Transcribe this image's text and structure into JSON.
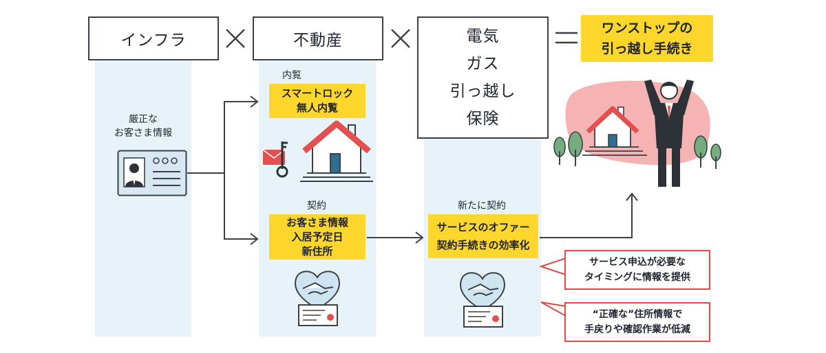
{
  "columns": {
    "infra": "インフラ",
    "realestate": "不動産",
    "services": [
      "電気",
      "ガス",
      "引っ越し",
      "保険"
    ],
    "result": [
      "ワンストップの",
      "引っ越し手続き"
    ]
  },
  "infra_section": {
    "info_label": [
      "厳正な",
      "お客さま情報"
    ]
  },
  "realestate_section": {
    "viewing_label": "内覧",
    "viewing_box": [
      "スマートロック",
      "無人内覧"
    ],
    "contract_label": "契約",
    "contract_box": [
      "お客さま情報",
      "入居予定日",
      "新住所"
    ]
  },
  "services_section": {
    "new_contract_label": "新たに契約",
    "offer_box": [
      "サービスのオファー",
      "契約手続きの効率化"
    ]
  },
  "callouts": [
    [
      "サービス申込が必要な",
      "タイミングに情報を提供"
    ],
    [
      "“正確な”住所情報で",
      "手戻りや確認作業が低減"
    ]
  ],
  "icons": {
    "times": "times-icon",
    "equals": "equals-icon",
    "id_card": "id-card-icon",
    "smart_lock": "smart-lock-icon",
    "house": "house-icon",
    "handshake": "handshake-icon",
    "certificate": "certificate-icon",
    "person": "person-cheering-icon",
    "tree": "tree-icon",
    "arrow": "arrow-icon"
  },
  "colors": {
    "column_bg": "#e8f3f9",
    "highlight": "#ffd62c",
    "callout_border": "#e04848",
    "roof": "#e45050",
    "blob": "#f6b3b3"
  }
}
